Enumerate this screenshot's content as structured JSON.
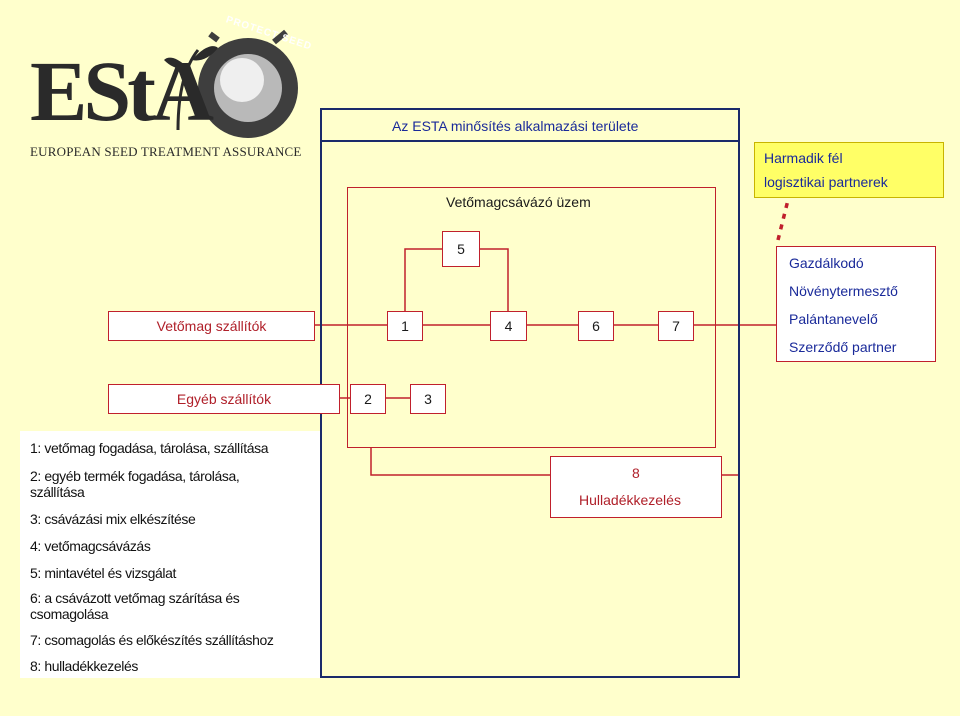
{
  "logo": {
    "wordmark": "EStA",
    "subtitle": "EUROPEAN SEED TREATMENT ASSURANCE",
    "seal_text": "PROTECT SEED"
  },
  "diagram": {
    "scope_title": "Az ESTA minősítés alkalmazási területe",
    "plant_title": "Vetőmagcsávázó üzem",
    "third_party": {
      "line1": "Harmadik fél",
      "line2": "logisztikai partnerek"
    },
    "customers": [
      "Gazdálkodó",
      "Növénytermesztő",
      "Palántanevelő",
      "Szerződő partner"
    ],
    "seed_suppliers": "Vetőmag szállítók",
    "other_suppliers": "Egyéb szállítók",
    "steps": {
      "s1": "1",
      "s2": "2",
      "s3": "3",
      "s4": "4",
      "s5": "5",
      "s6": "6",
      "s7": "7"
    },
    "waste": {
      "number": "8",
      "label": "Hulladékkezelés"
    }
  },
  "legend": [
    "1: vetőmag fogadása, tárolása, szállítása",
    "2: egyéb termék fogadása, tárolása,",
    "szállítása",
    "3: csávázási mix elkészítése",
    "4: vetőmagcsávázás",
    "5: mintavétel és vizsgálat",
    "6: a csávázott vetőmag szárítása és",
    "csomagolása",
    "7: csomagolás és előkészítés szállításhoz",
    "8: hulladékkezelés"
  ],
  "colors": {
    "background": "#ffffcc",
    "scope_border": "#1a2a6a",
    "red": "#c0202c",
    "third_party_fill": "#ffff66",
    "blue_text": "#1a2a9a"
  }
}
